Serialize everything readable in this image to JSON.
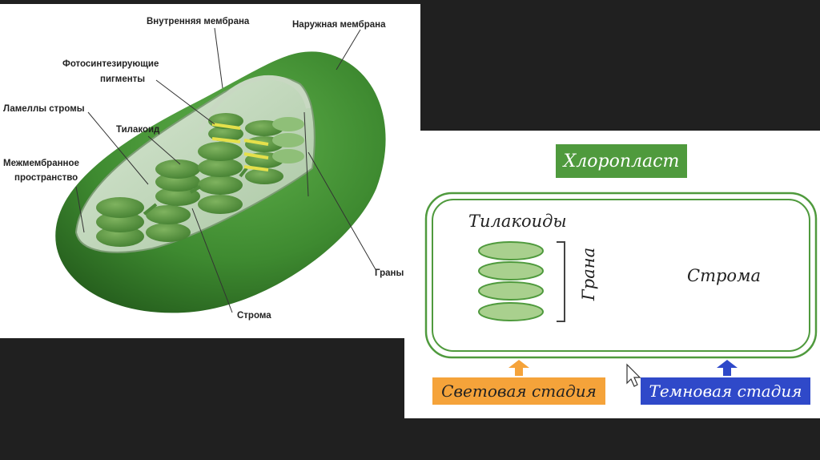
{
  "labels_left": {
    "inner_membrane": "Внутренняя мембрана",
    "outer_membrane": "Наружная мембрана",
    "pigments_line1": "Фотосинтезирующие",
    "pigments_line2": "пигменты",
    "stroma_lamellae": "Ламеллы стромы",
    "thylakoid": "Тилакоид",
    "intermembrane_line1": "Межмембранное",
    "intermembrane_line2": "пространство",
    "grana": "Граны",
    "stroma": "Строма"
  },
  "schema": {
    "title": "Хлоропласт",
    "thylakoids": "Тилакоиды",
    "grana": "Грана",
    "stroma": "Строма",
    "light_stage": "Световая стадия",
    "dark_stage": "Темновая стадия"
  },
  "colors": {
    "green": "#4f9a3d",
    "light_green": "#a9d08e",
    "orange": "#f5a33a",
    "blue": "#2f49c9"
  },
  "icons": [
    "mouse-cursor-icon"
  ]
}
